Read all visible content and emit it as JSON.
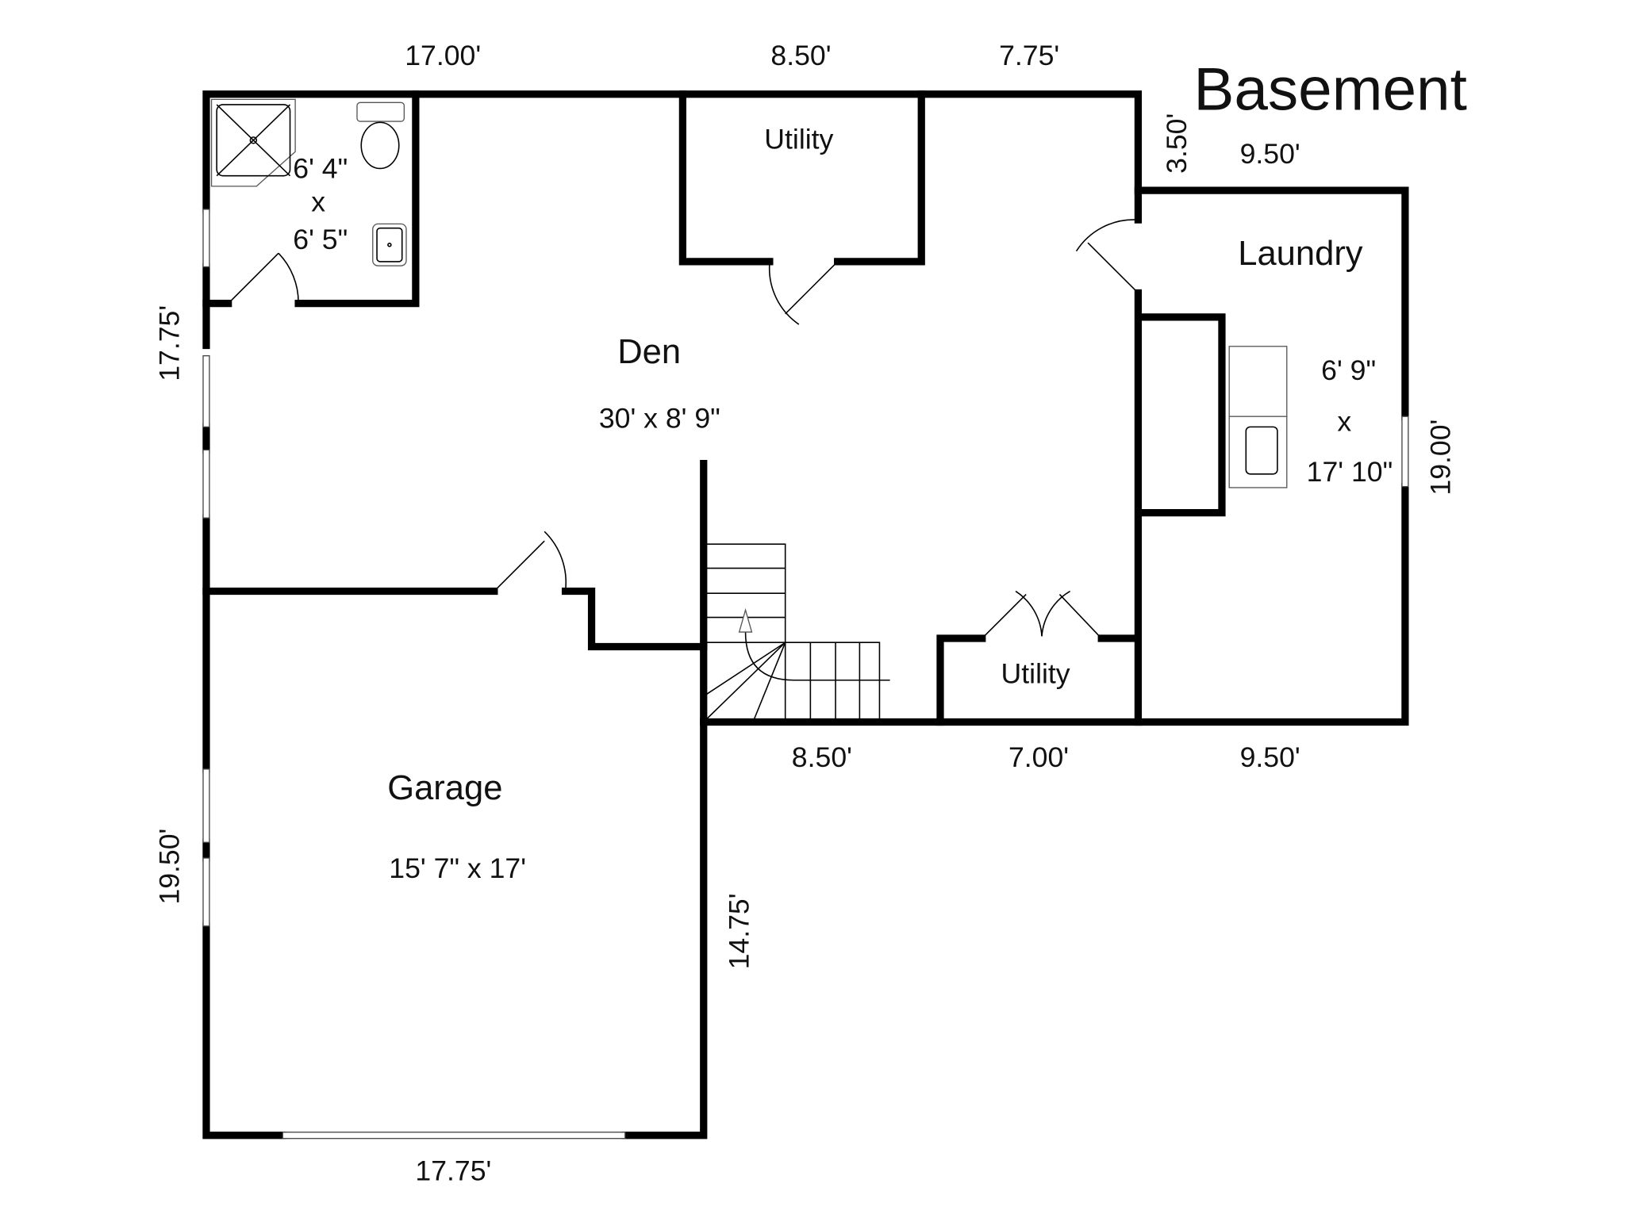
{
  "title": "Basement",
  "rooms": {
    "bath": {
      "w": "6' 4\"",
      "x": "x",
      "h": "6' 5\""
    },
    "utility_top": {
      "name": "Utility"
    },
    "den": {
      "name": "Den",
      "size": "30' x 8' 9\""
    },
    "laundry": {
      "name": "Laundry",
      "w": "6' 9\"",
      "x": "x",
      "h": "17' 10\""
    },
    "utility_bottom": {
      "name": "Utility"
    },
    "garage": {
      "name": "Garage",
      "size": "15' 7\" x 17'"
    }
  },
  "dimensions": {
    "top_left": "17.00'",
    "top_mid": "8.50'",
    "top_right": "7.75'",
    "step_vertical": "3.50'",
    "laundry_top": "9.50'",
    "left_upper": "17.75'",
    "right_laundry": "19.00'",
    "bottom_stair": "8.50'",
    "bottom_utility": "7.00'",
    "bottom_laundry": "9.50'",
    "left_lower": "19.50'",
    "garage_right": "14.75'",
    "garage_bottom": "17.75'"
  }
}
